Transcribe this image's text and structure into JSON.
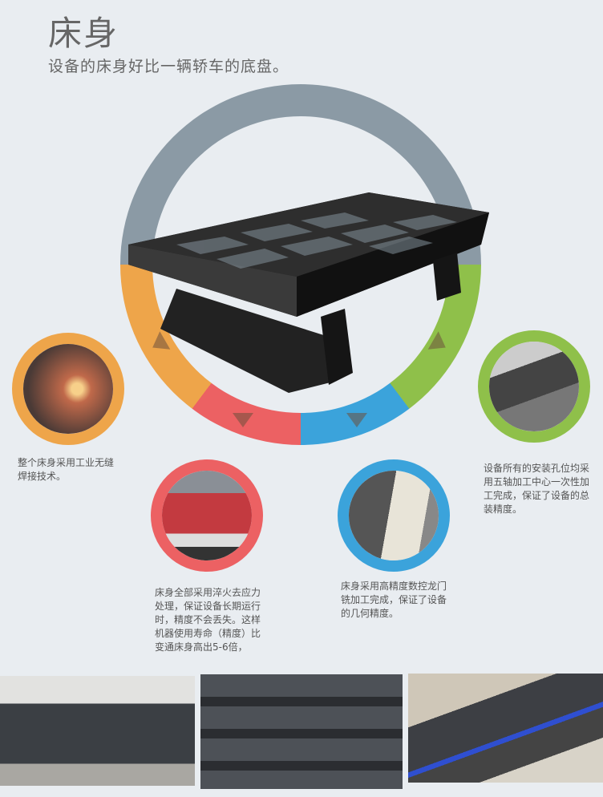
{
  "header": {
    "title": "床身",
    "subtitle": "设备的床身好比一辆轿车的底盘。"
  },
  "ring_colors": {
    "gray": "#8b9aa5",
    "green": "#8fc04a",
    "blue": "#3ba3db",
    "red": "#ec6163",
    "orange": "#eea54a"
  },
  "features": [
    {
      "caption": "整个床身采用工业无缝焊接技术。",
      "color": "#eea54a"
    },
    {
      "caption": "床身全部采用淬火去应力处理，保证设备长期运行时，精度不会丢失。这样机器使用寿命（精度）比变通床身高出5-6倍，",
      "color": "#ec6163"
    },
    {
      "caption": "床身采用高精度数控龙门铣加工完成，保证了设备的几何精度。",
      "color": "#3ba3db"
    },
    {
      "caption": "设备所有的安装孔位均采用五轴加工中心一次性加工完成，保证了设备的总装精度。",
      "color": "#8fc04a"
    }
  ]
}
